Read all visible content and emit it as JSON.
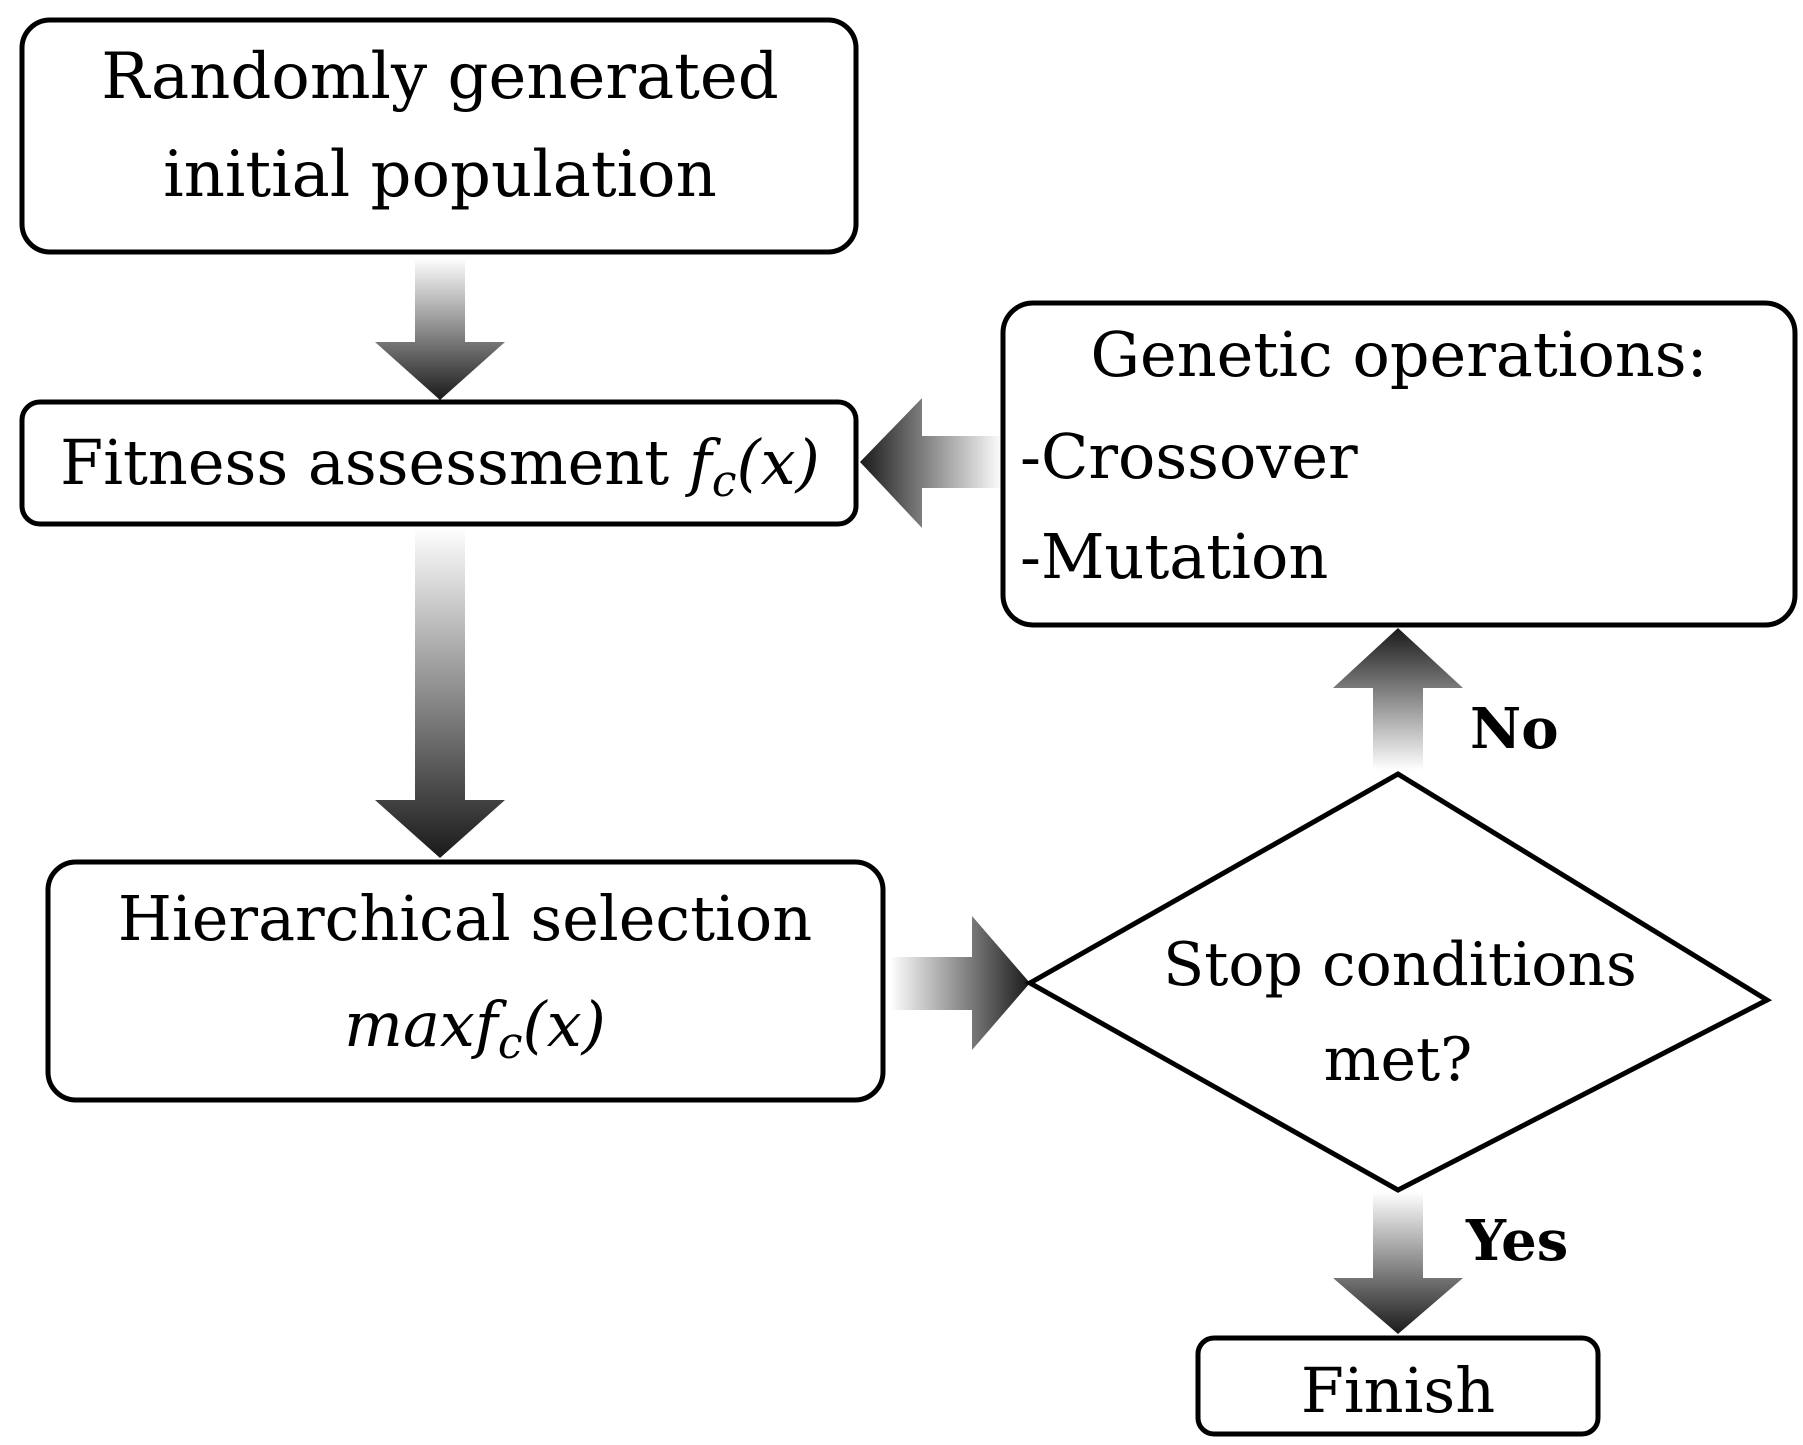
{
  "nodes": {
    "init": {
      "line1": "Randomly generated",
      "line2": "initial population"
    },
    "fitness": {
      "text": "Fitness assessment ",
      "f": "f",
      "sub": "c",
      "arg": "(x)"
    },
    "genetic": {
      "title": "Genetic operations:",
      "item1": "-Crossover",
      "item2": "-Mutation"
    },
    "selection": {
      "line1": "Hierarchical selection",
      "max": "max",
      "f": "f",
      "sub": "c",
      "arg": "(x)"
    },
    "stop": {
      "line1": "Stop conditions",
      "line2": "met?"
    },
    "finish": {
      "text": "Finish"
    }
  },
  "edges": {
    "no_label": "No",
    "yes_label": "Yes"
  },
  "colors": {
    "stroke": "#000000",
    "arrow_dark": "#1a1a1a",
    "arrow_light": "#ffffff"
  }
}
